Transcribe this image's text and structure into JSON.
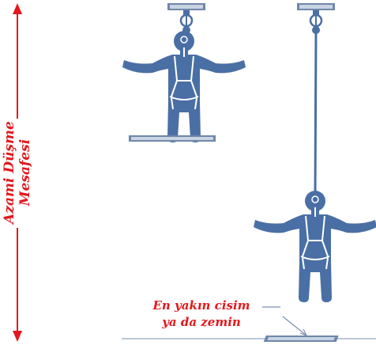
{
  "distance_label": {
    "line1": "Azami Düşme",
    "line2": "Mesafesi"
  },
  "floor_label": {
    "line1": "En yakın cisim",
    "line2": "ya da zemin"
  },
  "colors": {
    "accent": "#e3171b",
    "figure": "#4a6fa5",
    "platform": "#6f87ab"
  },
  "figures": [
    {
      "name": "worker-before-fall",
      "icon": "harnessed-worker-icon"
    },
    {
      "name": "worker-after-fall",
      "icon": "harnessed-worker-icon"
    }
  ]
}
